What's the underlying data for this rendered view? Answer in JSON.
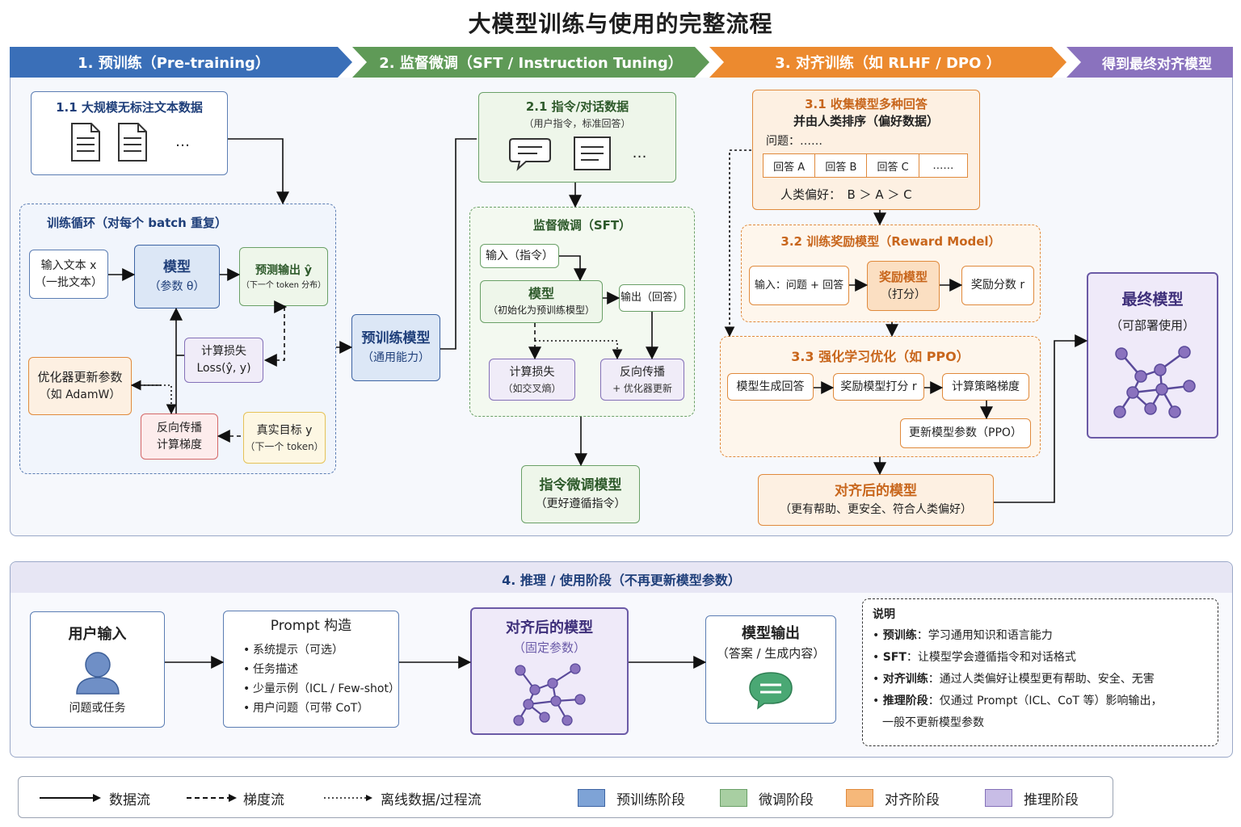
{
  "title": "大模型训练与使用的完整流程",
  "stages": {
    "s1": "1. 预训练（Pre-training）",
    "s2": "2. 监督微调（SFT / Instruction Tuning）",
    "s3": "3. 对齐训练（如 RLHF / DPO ）",
    "s4": "得到最终对齐模型"
  },
  "colors": {
    "pretrain": "#3a6fb8",
    "sft": "#5f9a57",
    "align": "#ec8a2f",
    "infer": "#8a72be"
  },
  "pretrain": {
    "data_title": "1.1 大规模无标注文本数据",
    "ellipsis": "…",
    "loop_title": "训练循环（对每个 batch 重复）",
    "input_l1": "输入文本 x",
    "input_l2": "（一批文本）",
    "model_l1": "模型",
    "model_l2": "（参数 θ）",
    "pred_l1": "预测输出 ŷ",
    "pred_l2": "（下一个 token 分布）",
    "loss_l1": "计算损失",
    "loss_l2": "Loss(ŷ, y)",
    "opt_l1": "优化器更新参数",
    "opt_l2": "（如 AdamW）",
    "back_l1": "反向传播",
    "back_l2": "计算梯度",
    "target_l1": "真实目标 y",
    "target_l2": "（下一个 token）",
    "pretrained_l1": "预训练模型",
    "pretrained_l2": "（通用能力）"
  },
  "sft": {
    "data_l1": "2.1 指令/对话数据",
    "data_l2": "（用户指令，标准回答）",
    "ellipsis": "…",
    "loop_title": "监督微调（SFT）",
    "input": "输入（指令）",
    "model_l1": "模型",
    "model_l2": "（初始化为预训练模型）",
    "output": "输出（回答）",
    "loss_l1": "计算损失",
    "loss_l2": "（如交叉熵）",
    "back_l1": "反向传播",
    "back_l2": "+ 优化器更新",
    "result_l1": "指令微调模型",
    "result_l2": "（更好遵循指令）"
  },
  "align": {
    "collect_l1": "3.1 收集模型多种回答",
    "collect_l2": "并由人类排序（偏好数据）",
    "question": "问题：……",
    "answers": [
      "回答 A",
      "回答 B",
      "回答 C",
      "……"
    ],
    "preference": "人类偏好：　B ＞ A ＞ C",
    "rm_title": "3.2 训练奖励模型（Reward Model）",
    "rm_input": "输入：问题 + 回答",
    "rm_model_l1": "奖励模型",
    "rm_model_l2": "（打分）",
    "rm_score": "奖励分数 r",
    "rl_title": "3.3 强化学习优化（如 PPO）",
    "rl_gen": "模型生成回答",
    "rl_score": "奖励模型打分 r",
    "rl_grad": "计算策略梯度",
    "rl_update": "更新模型参数（PPO）",
    "result_l1": "对齐后的模型",
    "result_l2": "（更有帮助、更安全、符合人类偏好）"
  },
  "final": {
    "l1": "最终模型",
    "l2": "（可部署使用）"
  },
  "inference": {
    "title": "4. 推理 / 使用阶段（不再更新模型参数）",
    "user_title": "用户输入",
    "user_sub": "问题或任务",
    "prompt_title": "Prompt 构造",
    "prompt_items": [
      "系统提示（可选）",
      "任务描述",
      "少量示例（ICL / Few-shot）",
      "用户问题（可带 CoT）"
    ],
    "model_l1": "对齐后的模型",
    "model_l2": "（固定参数）",
    "out_l1": "模型输出",
    "out_l2": "（答案 / 生成内容）",
    "notes_title": "说明",
    "notes": [
      {
        "k": "预训练",
        "v": "：学习通用知识和语言能力"
      },
      {
        "k": "SFT",
        "v": "：让模型学会遵循指令和对话格式"
      },
      {
        "k": "对齐训练",
        "v": "：通过人类偏好让模型更有帮助、安全、无害"
      },
      {
        "k": "推理阶段",
        "v": "：仅通过 Prompt（ICL、CoT 等）影响输出，"
      }
    ],
    "notes_tail": "一般不更新模型参数"
  },
  "legend": {
    "data_flow": "数据流",
    "grad_flow": "梯度流",
    "offline_flow": "离线数据/过程流",
    "pretrain": "预训练阶段",
    "sft": "微调阶段",
    "align": "对齐阶段",
    "infer": "推理阶段"
  }
}
